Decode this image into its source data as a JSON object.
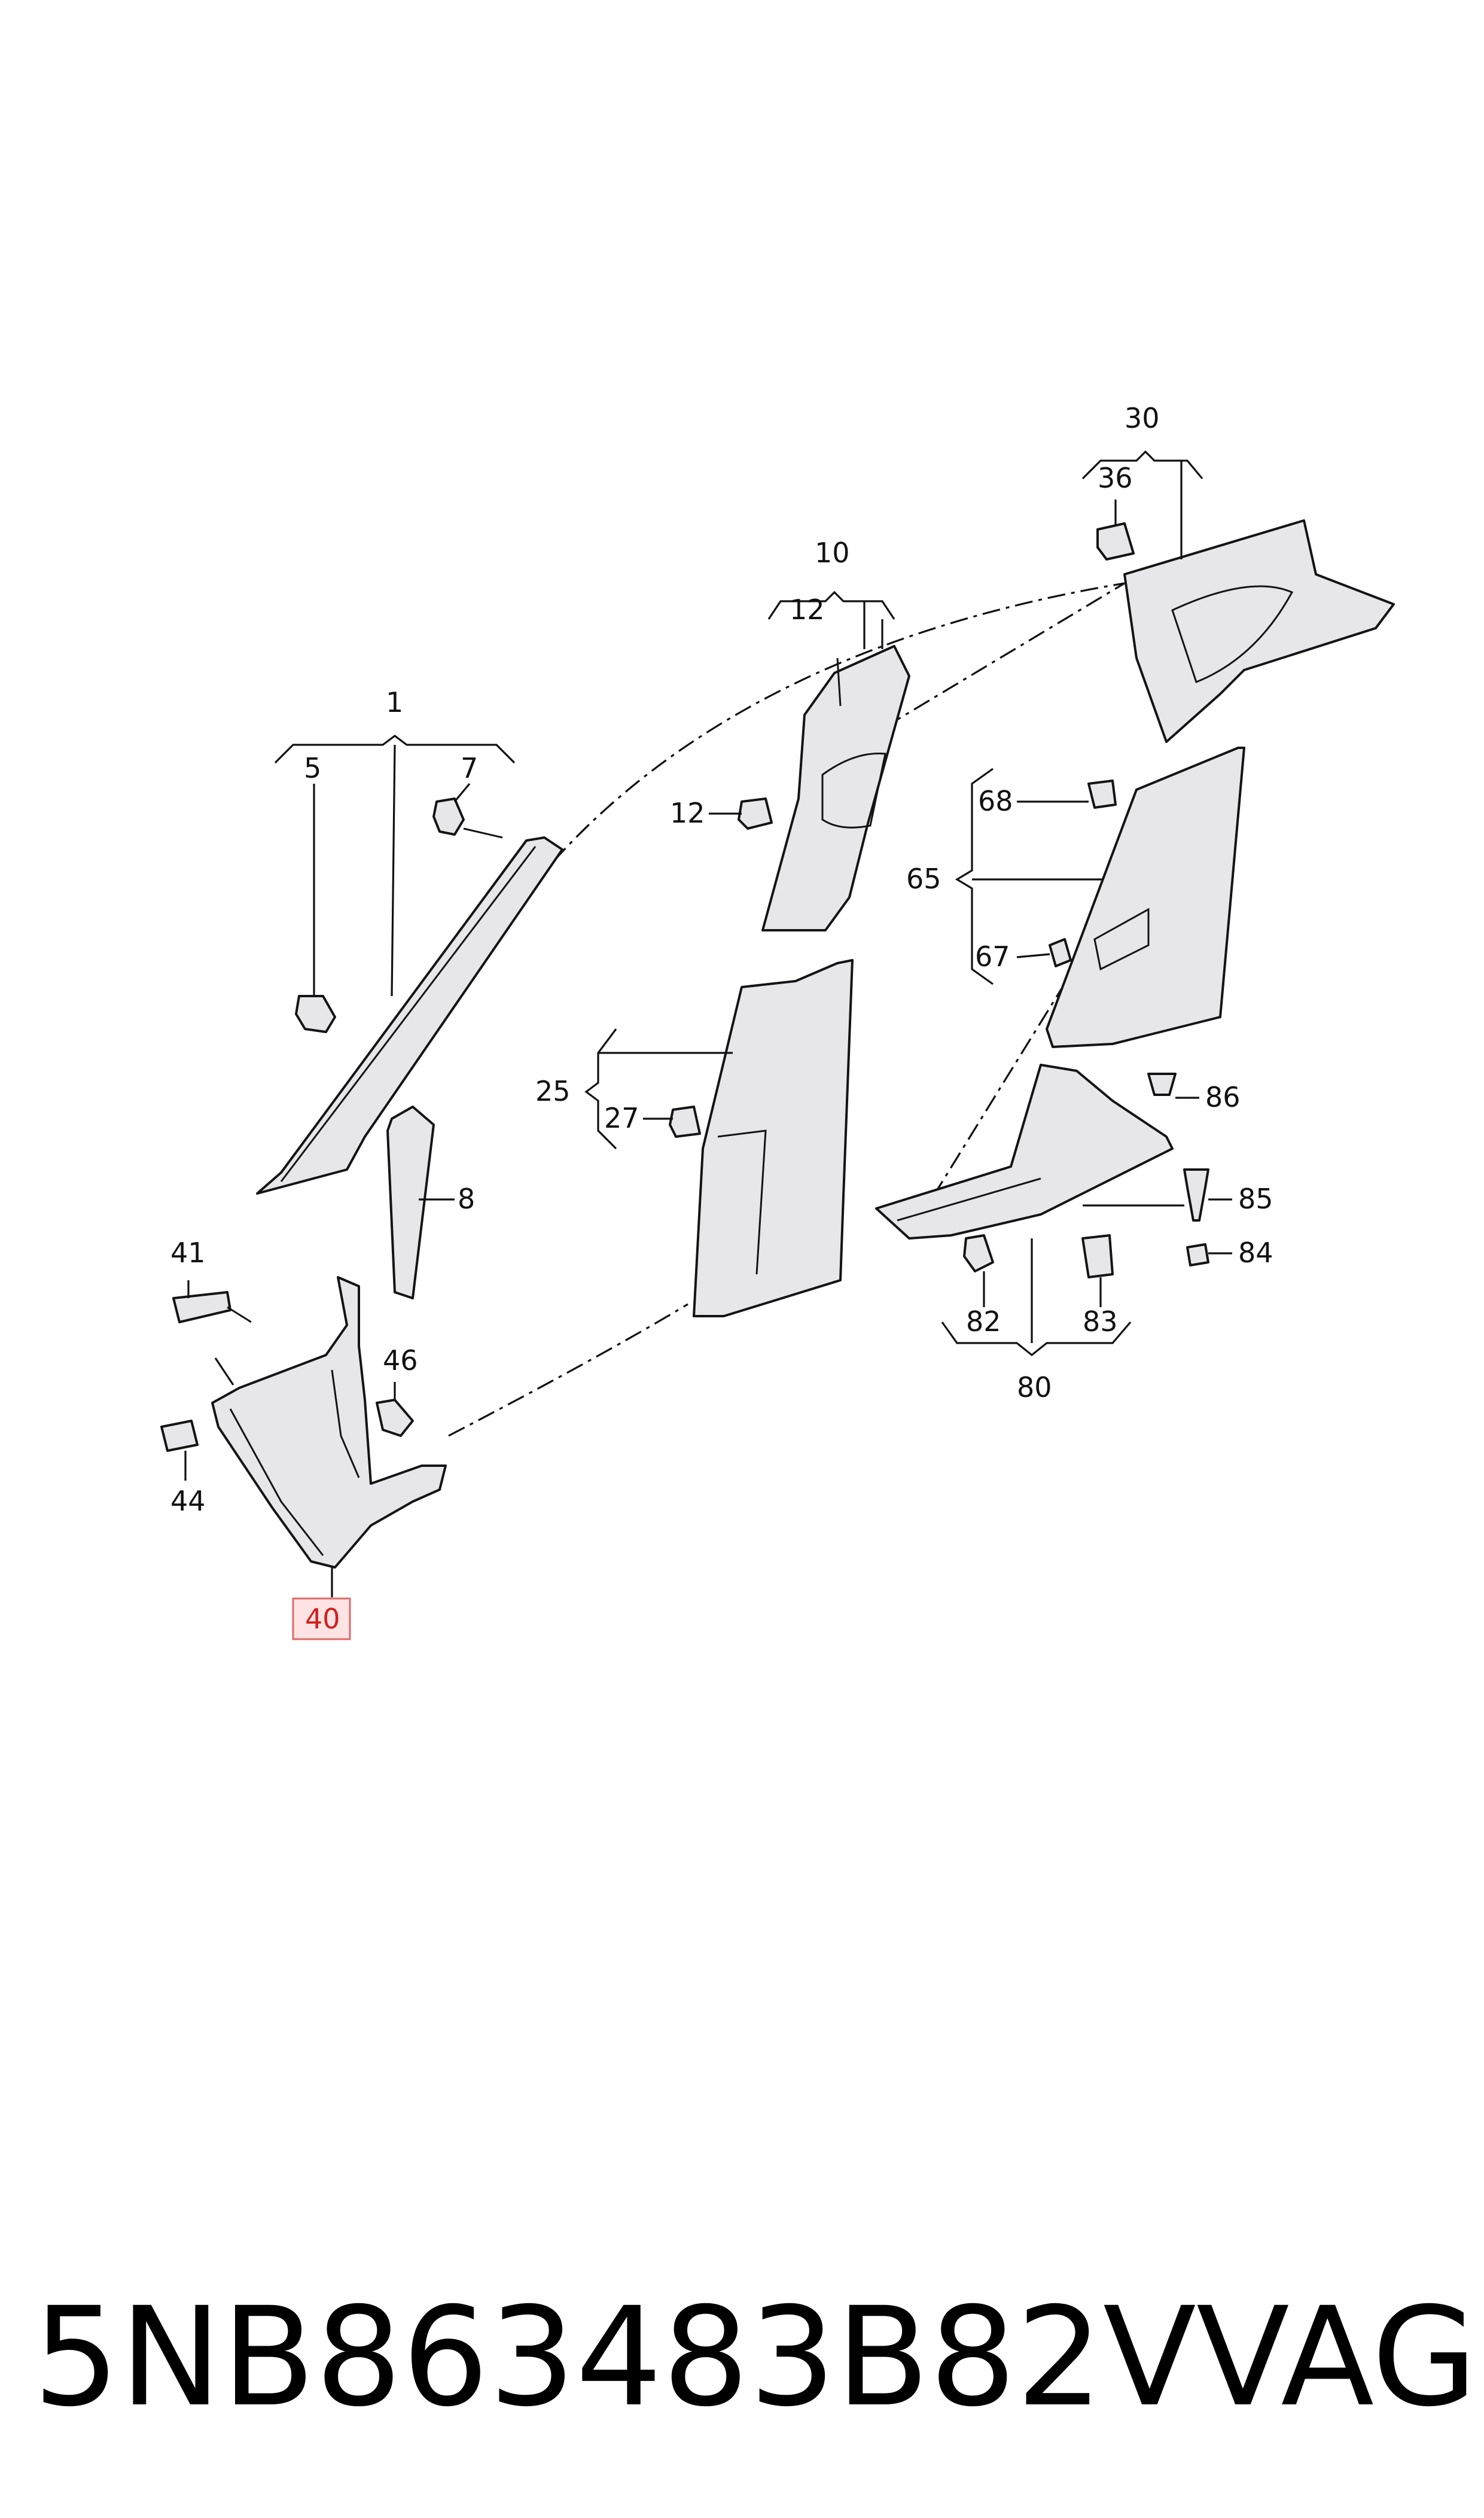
{
  "diagram": {
    "callouts": {
      "c1": "1",
      "c5": "5",
      "c7": "7",
      "c8": "8",
      "c10": "10",
      "c12a": "12",
      "c12b": "12",
      "c25": "25",
      "c27": "27",
      "c30": "30",
      "c36": "36",
      "c40": "40",
      "c41": "41",
      "c44": "44",
      "c46": "46",
      "c65": "65",
      "c67": "67",
      "c68": "68",
      "c80": "80",
      "c82": "82",
      "c83": "83",
      "c84": "84",
      "c85": "85",
      "c86": "86"
    },
    "highlighted_callout": "40",
    "colors": {
      "highlight_fill": "#fde3e3",
      "highlight_stroke": "#e06a6a",
      "highlight_text": "#d11f1f",
      "part_fill": "#e7e7ea"
    }
  },
  "footer": {
    "part_number": "5NB863483B82V",
    "brand": "VAG"
  }
}
